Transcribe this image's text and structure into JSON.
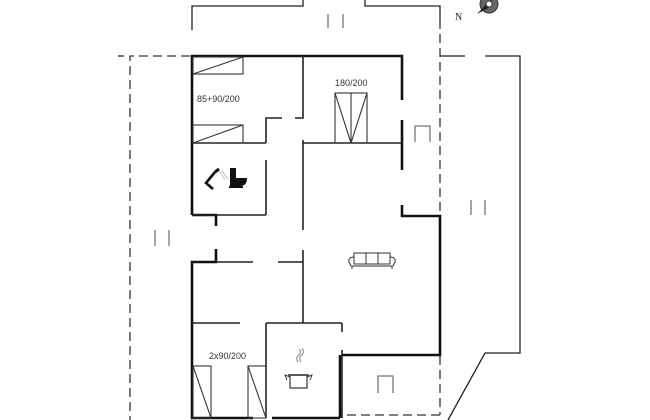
{
  "plan": {
    "rooms": [
      {
        "name": "bedroom-1",
        "bed_label": "85+90/200"
      },
      {
        "name": "bedroom-2",
        "bed_label": "180/200"
      },
      {
        "name": "bedroom-3",
        "bed_label": "2x90/200"
      },
      {
        "name": "bathroom",
        "icons": [
          "shower-icon",
          "toilet-icon"
        ]
      },
      {
        "name": "living-room",
        "icons": [
          "sofa-icon"
        ]
      },
      {
        "name": "kitchen",
        "icons": [
          "cooking-pot-icon"
        ]
      },
      {
        "name": "annex",
        "icons": [
          "chair-icon"
        ]
      }
    ],
    "compass": {
      "label": "N"
    },
    "colors": {
      "wall": "#111111",
      "background": "#ffffff",
      "fixture": "#777777"
    }
  }
}
